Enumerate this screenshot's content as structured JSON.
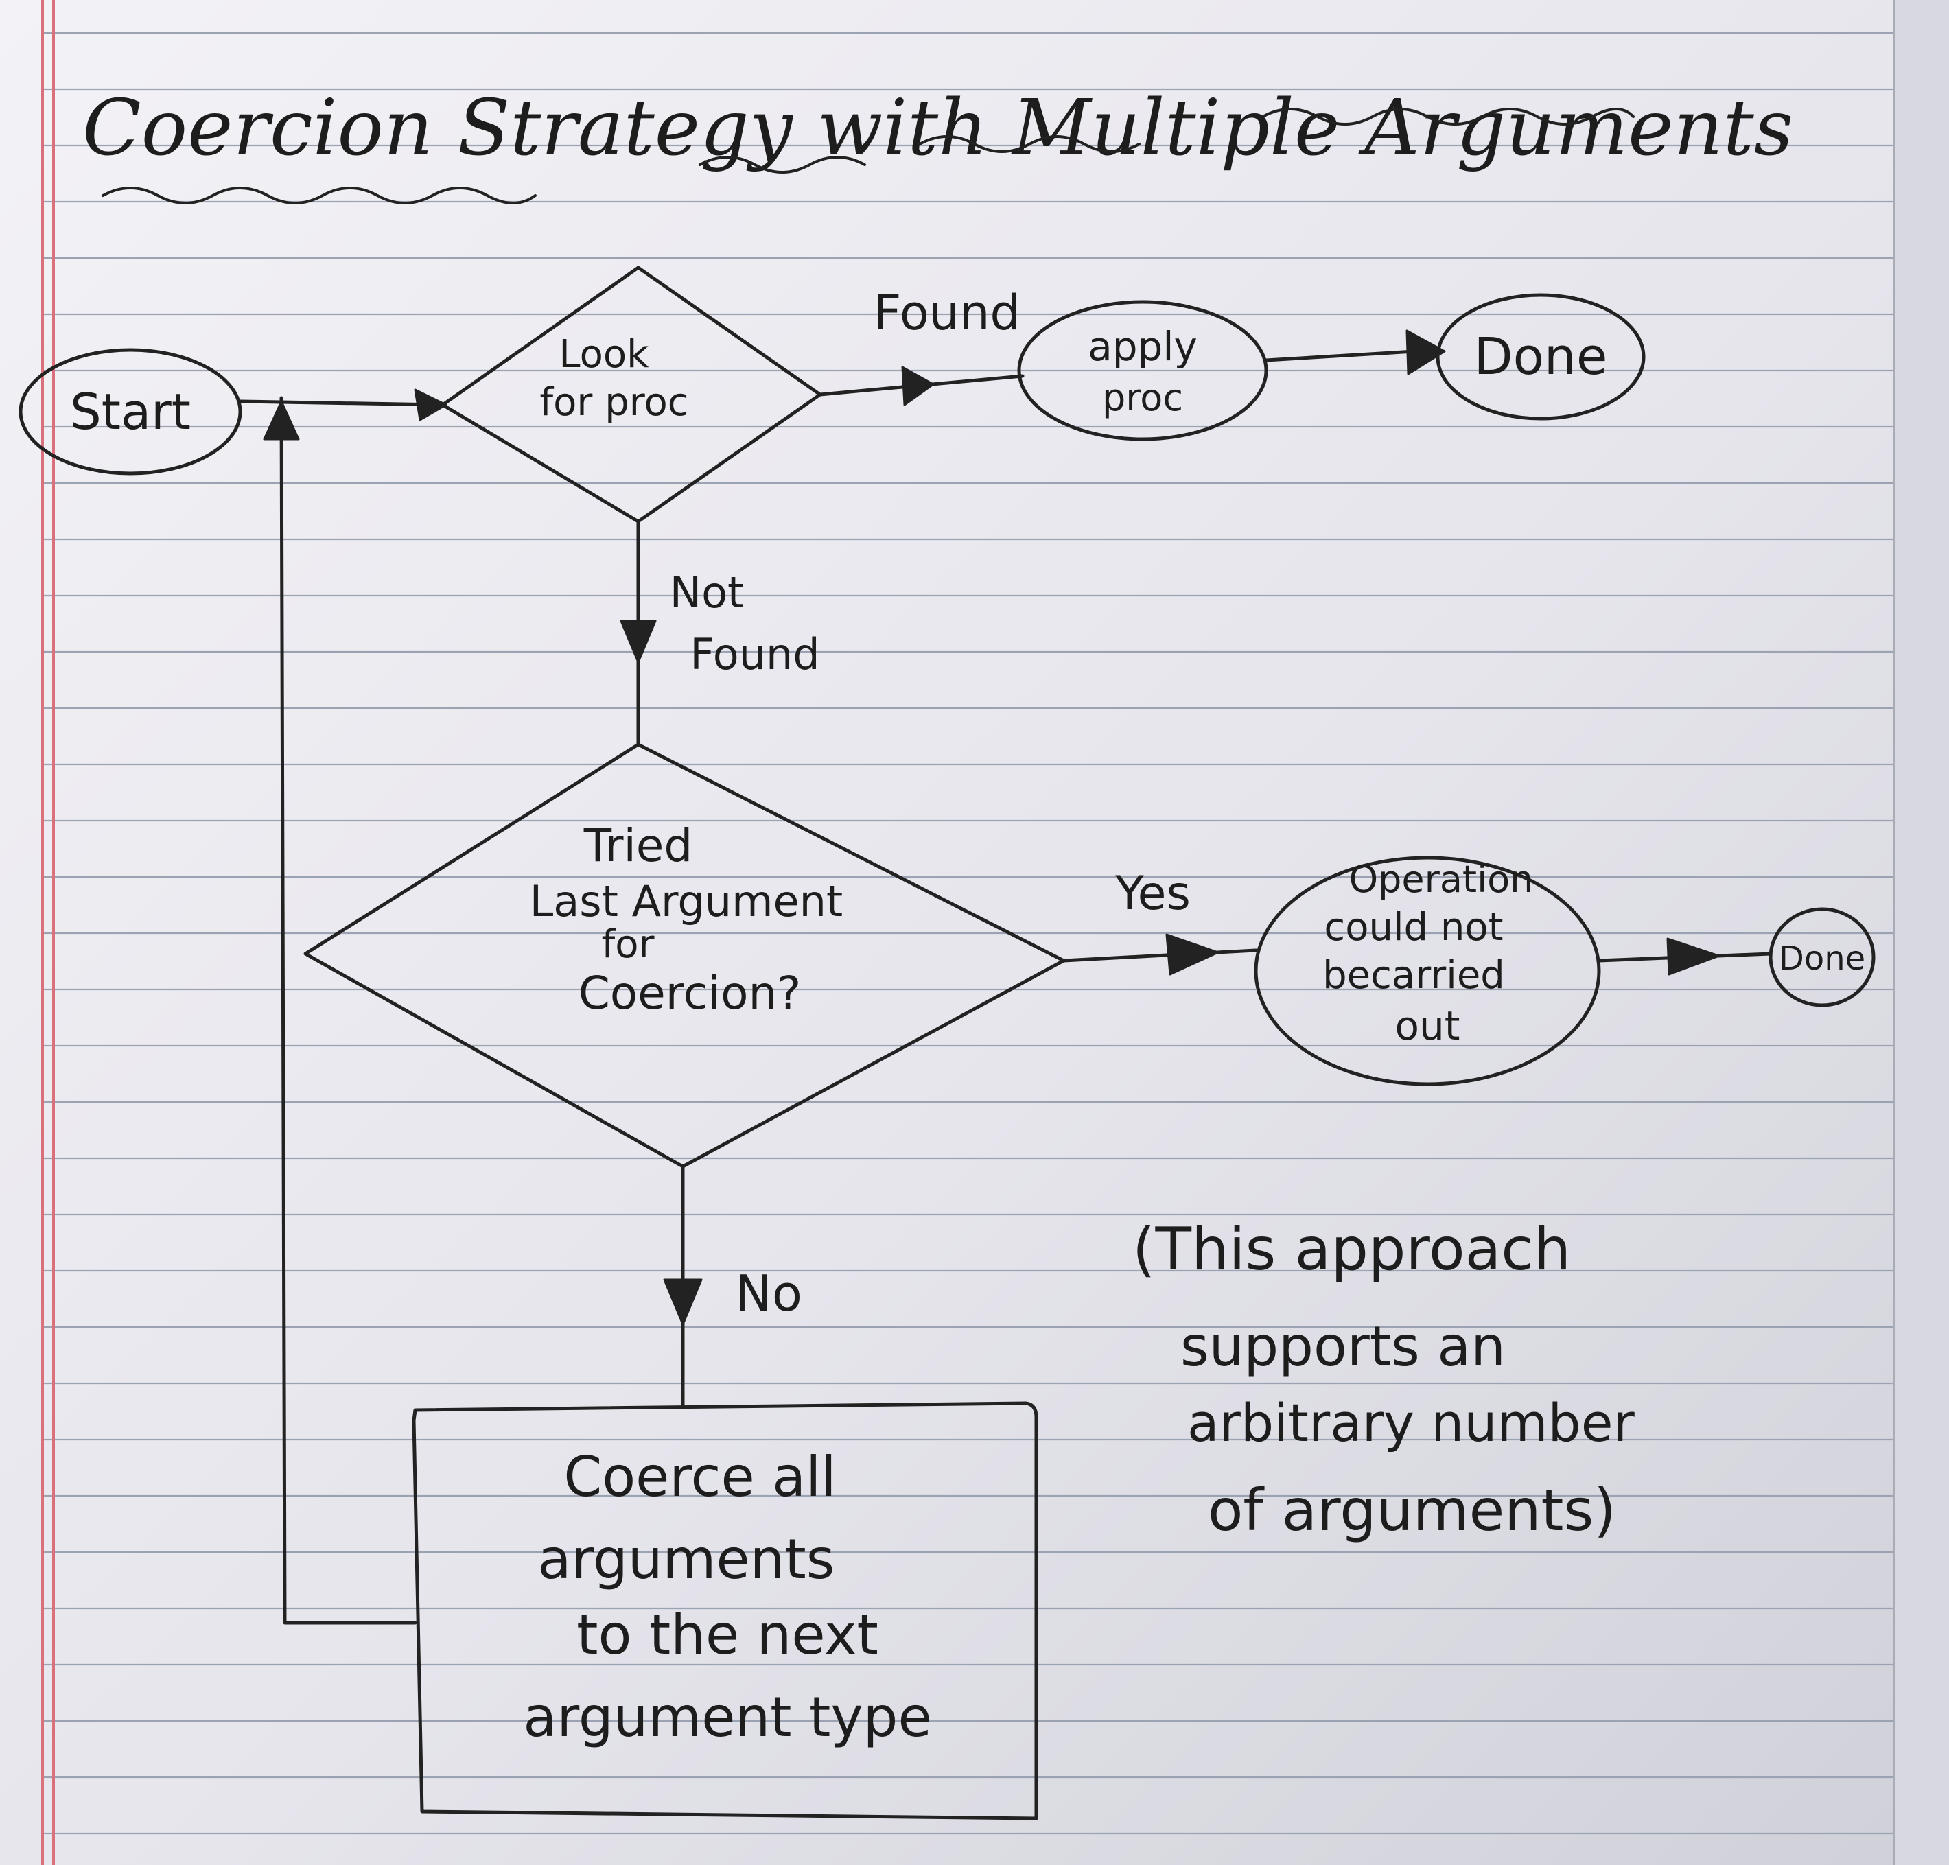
{
  "title": "Coercion Strategy with Multiple Arguments",
  "nodes": {
    "start": "Start",
    "look_for_proc": [
      "Look",
      "for proc"
    ],
    "apply_proc": [
      "apply",
      "proc"
    ],
    "done_top": "Done",
    "tried_last": [
      "Tried",
      "Last Argument",
      "for",
      "Coercion?"
    ],
    "operation_failed": [
      "Operation",
      "could not",
      "becarried",
      "out"
    ],
    "done_bottom": "Done",
    "coerce_all": [
      "Coerce all",
      "arguments",
      "to the next",
      "argument type"
    ]
  },
  "edges": {
    "found": "Found",
    "not_found": [
      "Not",
      "Found"
    ],
    "yes": "Yes",
    "no": "No"
  },
  "note": [
    "(This approach",
    "supports an",
    "arbitrary number",
    "of arguments)"
  ],
  "colors": {
    "ink": "#222222",
    "paper_light": "#f4f3f6",
    "paper_dark": "#cfd0d8",
    "rule_line": "#9ba3b2",
    "margin_line": "#d9707c"
  }
}
